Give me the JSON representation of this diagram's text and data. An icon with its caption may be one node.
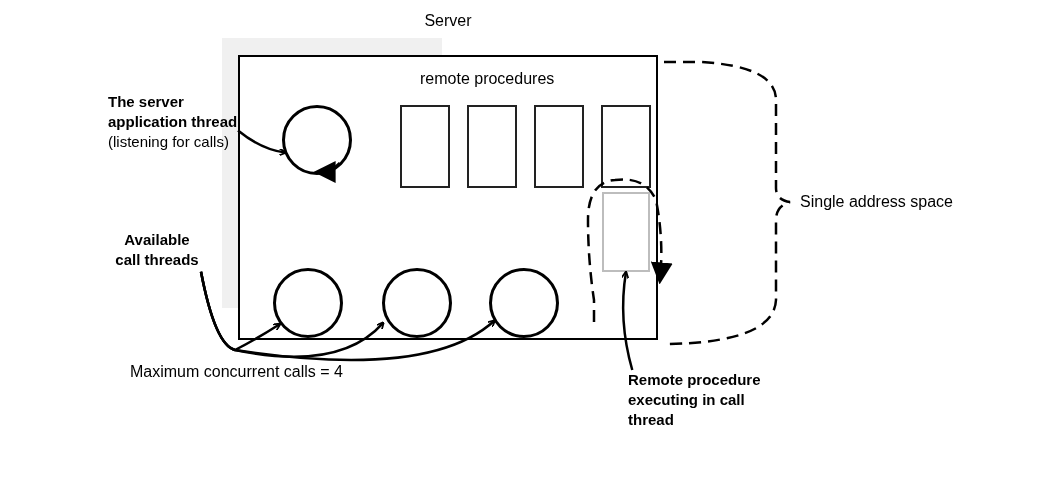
{
  "diagram": {
    "nodes": [
      {
        "text": [
          "Server",
          "remote procedures"
        ]
      },
      {
        "text": [],
        "shape": "circle",
        "in": 0
      },
      {
        "text": [],
        "shape": "box",
        "in": 0
      },
      {
        "text": [],
        "shape": "box",
        "in": 0
      },
      {
        "text": [],
        "shape": "box",
        "in": 0
      },
      {
        "text": [],
        "shape": "box",
        "in": 0
      },
      {
        "text": [],
        "shape": "box",
        "in": 0
      },
      {
        "text": [],
        "shape": "circle",
        "in": 0
      },
      {
        "text": [],
        "shape": "circle",
        "in": 0
      },
      {
        "text": [],
        "shape": "circle",
        "in": 0
      },
      {
        "text": [
          "The server application thread",
          "(listening for calls)"
        ]
      },
      {
        "text": [
          "Available call threads"
        ]
      },
      {
        "text": [
          "Remote procedure executing in call thread"
        ]
      }
    ],
    "edges": [
      {
        "from": 10,
        "to": 1,
        "arrow": "to"
      },
      {
        "from": 11,
        "to": 7,
        "arrow": "to"
      },
      {
        "from": 11,
        "to": 8,
        "arrow": "to"
      },
      {
        "from": 11,
        "to": 9,
        "arrow": "to"
      },
      {
        "from": 12,
        "to": 6,
        "arrow": "to"
      }
    ],
    "labels": [
      "Single address space",
      "Maximum concurrent calls = 4"
    ]
  }
}
